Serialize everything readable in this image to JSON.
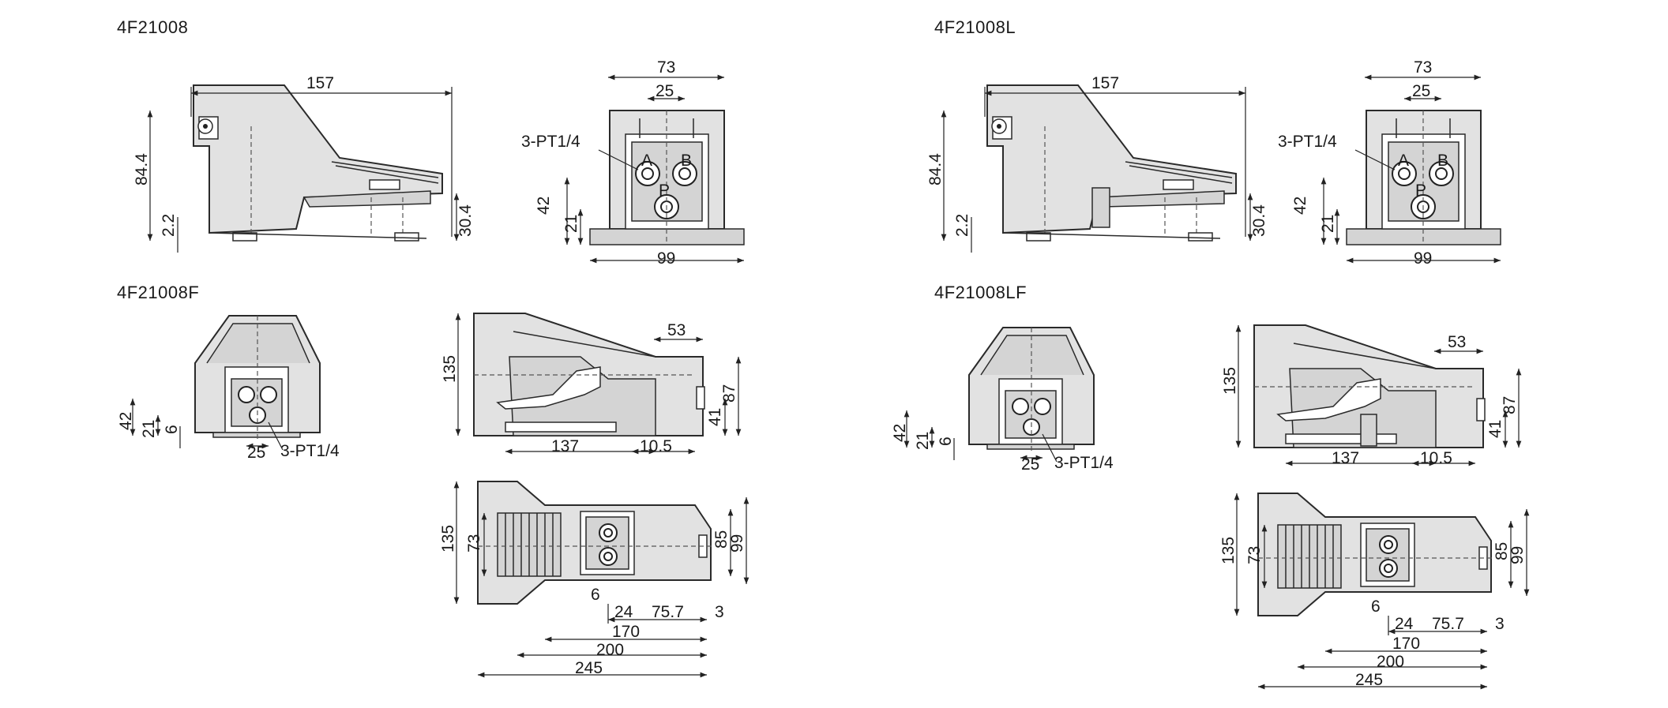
{
  "models": {
    "m1": "4F21008",
    "m2": "4F21008L",
    "m3": "4F21008F",
    "m4": "4F21008LF"
  },
  "dims": {
    "d157": "157",
    "d84_4": "84.4",
    "d2_2": "2.2",
    "d30_4": "30.4",
    "d73": "73",
    "d25": "25",
    "d42": "42",
    "d21": "21",
    "d99": "99",
    "d6": "6",
    "d135": "135",
    "d53": "53",
    "d87": "87",
    "d41": "41",
    "d137": "137",
    "d10_5": "10.5",
    "d85": "85",
    "d24": "24",
    "d75_7": "75.7",
    "d3": "3",
    "d170": "170",
    "d200": "200",
    "d245": "245"
  },
  "ports": {
    "spec": "3-PT1/4",
    "a": "A",
    "b": "B",
    "p": "P"
  }
}
